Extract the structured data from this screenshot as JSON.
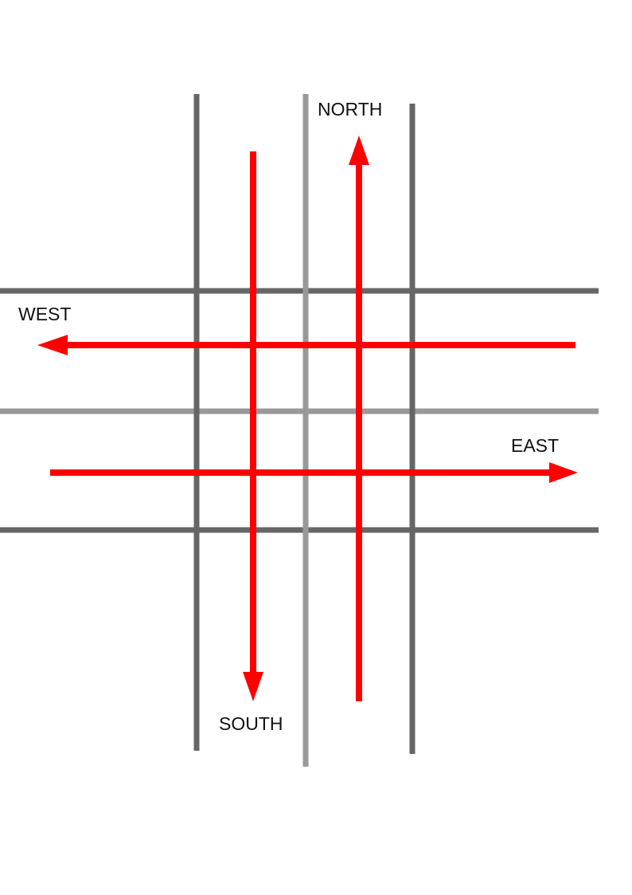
{
  "labels": {
    "north": "NORTH",
    "south": "SOUTH",
    "east": "EAST",
    "west": "WEST"
  },
  "colors": {
    "road_edge": "#666666",
    "road_center": "#999999",
    "arrow": "#ff0000",
    "text": "#111111",
    "background": "#ffffff"
  }
}
